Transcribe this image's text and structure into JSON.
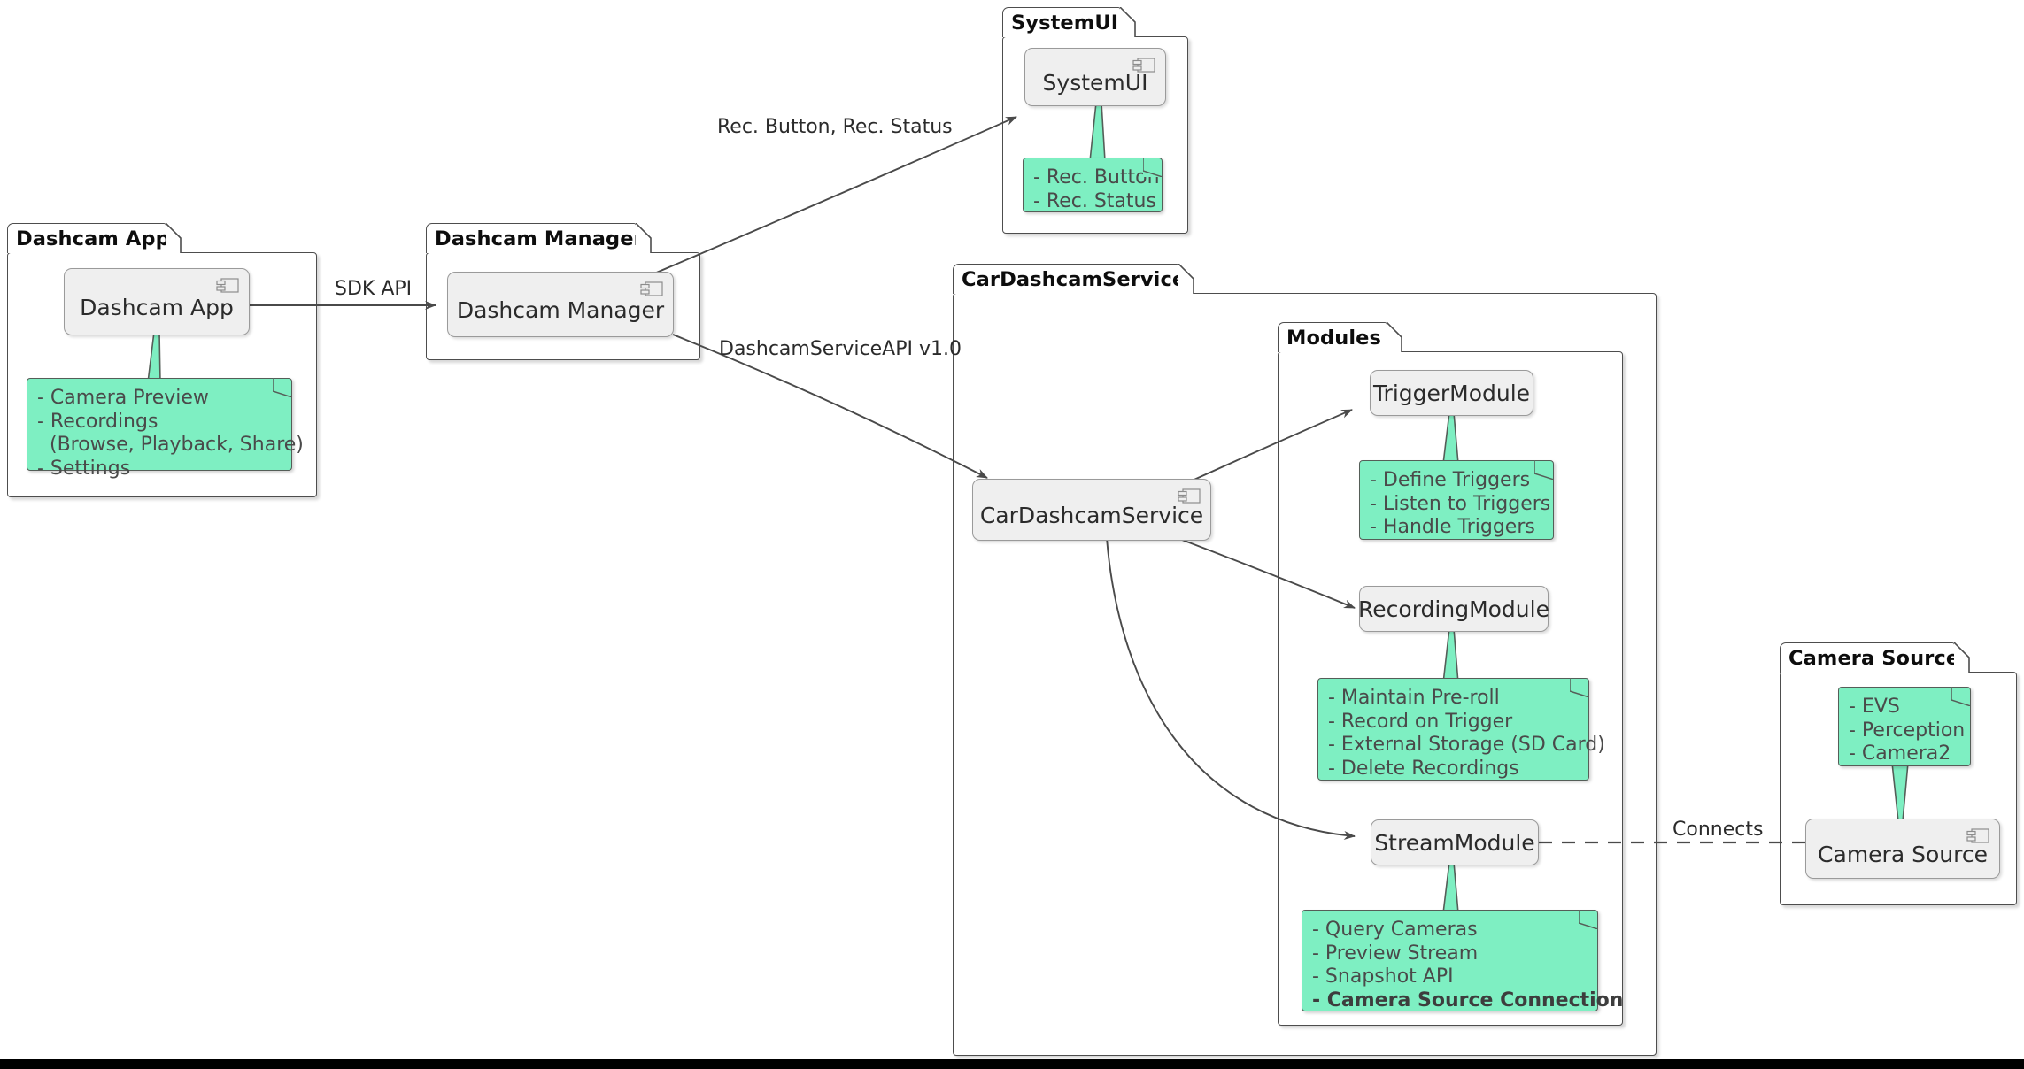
{
  "diagram": {
    "type": "uml-component-diagram",
    "title_visible": false,
    "colors": {
      "note_fill": "#7EEFC2",
      "note_border": "#555E58",
      "component_fill": "#EFEFEF",
      "component_border": "#9A9A9A",
      "package_border": "#4D4D4D",
      "text": "#2B2B2B",
      "edge": "#4A4A4A",
      "canvas": "#FFFFFF",
      "bottom_band": "#000000"
    }
  },
  "packages": [
    {
      "id": "dashcam-app",
      "label": "Dashcam App",
      "component": {
        "label": "Dashcam App",
        "icon": "component-icon"
      },
      "note": {
        "lines": [
          "- Camera Preview",
          "- Recordings",
          "  (Browse, Playback, Share)",
          "- Settings"
        ],
        "position": "below"
      }
    },
    {
      "id": "dashcam-manager",
      "label": "Dashcam Manager",
      "component": {
        "label": "Dashcam Manager",
        "icon": "component-icon"
      },
      "note": null
    },
    {
      "id": "system-ui",
      "label": "SystemUI",
      "component": {
        "label": "SystemUI",
        "icon": "component-icon"
      },
      "note": {
        "lines": [
          "- Rec. Button",
          "- Rec. Status"
        ],
        "position": "below"
      }
    },
    {
      "id": "car-dashcam-service",
      "label": "CarDashcamService",
      "component": {
        "label": "CarDashcamService",
        "icon": "component-icon"
      },
      "note": null
    },
    {
      "id": "modules",
      "label": "Modules",
      "component": null,
      "note": null
    },
    {
      "id": "camera-source",
      "label": "Camera Source",
      "component": {
        "label": "Camera Source",
        "icon": "component-icon"
      },
      "note": {
        "lines": [
          "- EVS",
          "- Perception",
          "- Camera2"
        ],
        "position": "above"
      }
    }
  ],
  "modules": [
    {
      "id": "trigger-module",
      "label": "TriggerModule",
      "icon": null,
      "note": {
        "lines": [
          "- Define Triggers",
          "- Listen to Triggers",
          "- Handle Triggers"
        ],
        "position": "below"
      }
    },
    {
      "id": "recording-module",
      "label": "RecordingModule",
      "icon": null,
      "note": {
        "lines": [
          "- Maintain Pre-roll",
          "- Record on Trigger",
          "- External Storage (SD Card)",
          "- Delete Recordings"
        ],
        "position": "below"
      }
    },
    {
      "id": "stream-module",
      "label": "StreamModule",
      "icon": null,
      "note": {
        "lines": [
          "- Query Cameras",
          "- Preview Stream",
          "- Snapshot API",
          "- Camera Source Connection"
        ],
        "bold_lines": [
          3
        ],
        "position": "below"
      }
    }
  ],
  "edges": [
    {
      "id": "edge-sdk-api",
      "from": "Dashcam App",
      "to": "Dashcam Manager",
      "label": "SDK API",
      "style": "solid-arrow"
    },
    {
      "id": "edge-rec-button-status",
      "from": "Dashcam Manager",
      "to": "SystemUI",
      "label": "Rec. Button, Rec. Status",
      "style": "solid-arrow"
    },
    {
      "id": "edge-dashcamserviceapi",
      "from": "Dashcam Manager",
      "to": "CarDashcamService",
      "label": "DashcamServiceAPI v1.0",
      "style": "solid-arrow"
    },
    {
      "id": "edge-to-trigger",
      "from": "CarDashcamService",
      "to": "TriggerModule",
      "label": "",
      "style": "solid-arrow"
    },
    {
      "id": "edge-to-recording",
      "from": "CarDashcamService",
      "to": "RecordingModule",
      "label": "",
      "style": "solid-arrow"
    },
    {
      "id": "edge-to-stream",
      "from": "CarDashcamService",
      "to": "StreamModule",
      "label": "",
      "style": "solid-arrow-curved"
    },
    {
      "id": "edge-connects",
      "from": "StreamModule",
      "to": "Camera Source",
      "label": "Connects",
      "style": "dashed"
    }
  ]
}
